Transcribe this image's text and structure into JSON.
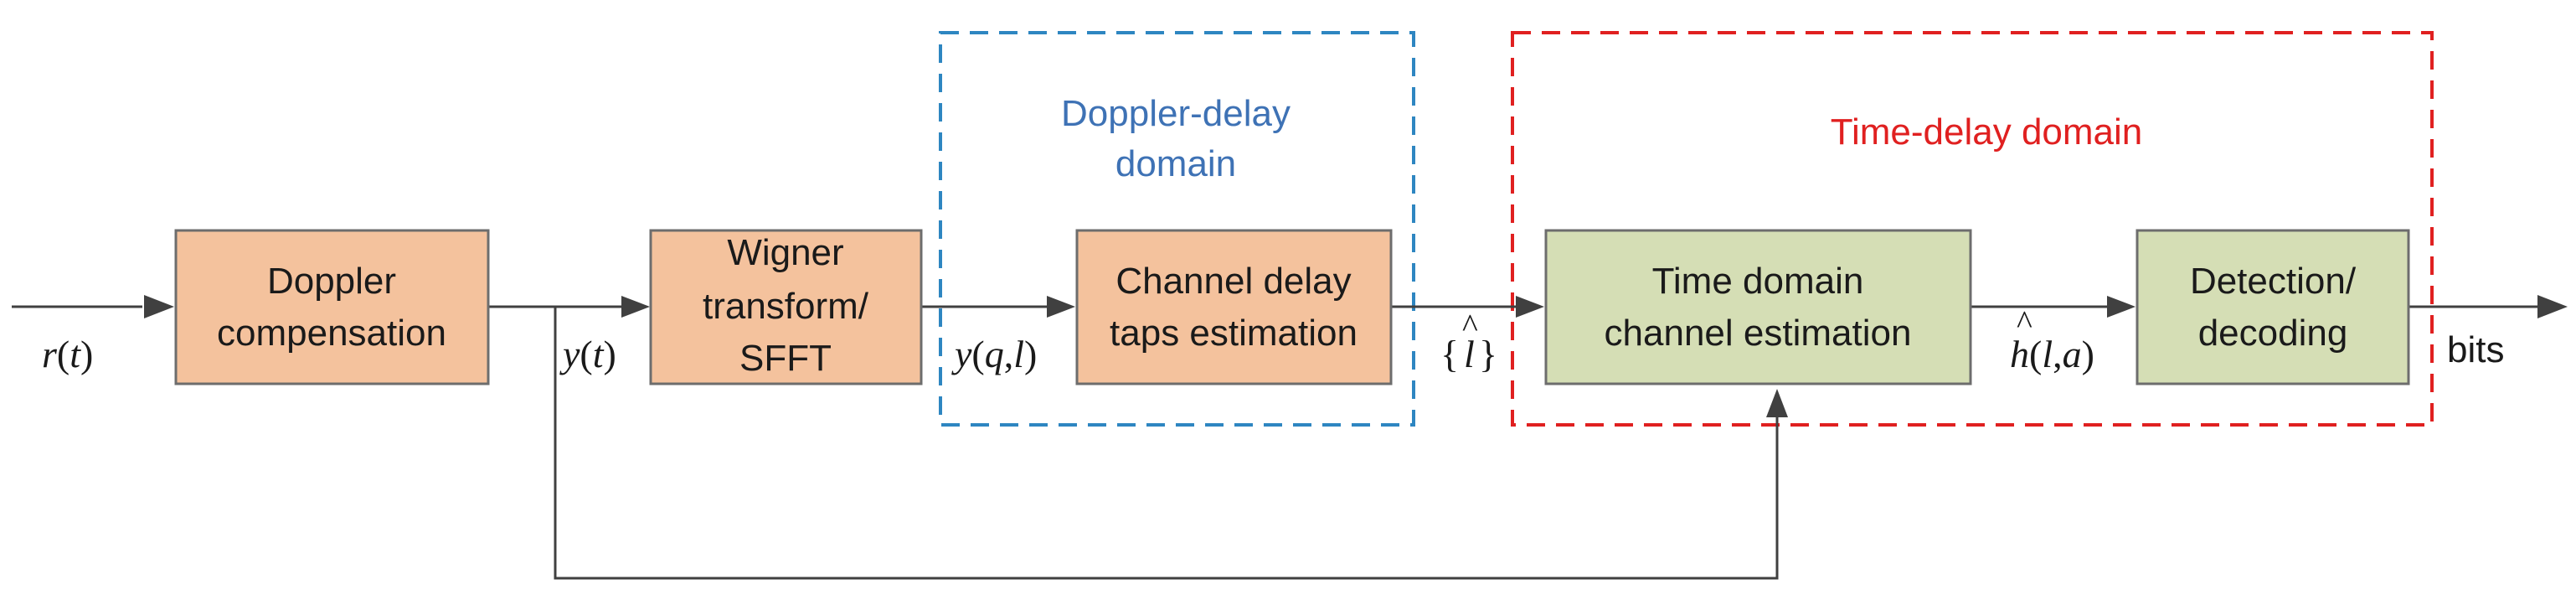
{
  "colors": {
    "orange_block_fill": "#F4C29D",
    "green_block_fill": "#D5DEB5",
    "block_border": "#6d6d6d",
    "blue_region": "#2E86C1",
    "blue_region_text": "#3E72B5",
    "red_region": "#E02020",
    "line": "#404040"
  },
  "regions": {
    "doppler_delay": {
      "label_line1": "Doppler-delay",
      "label_line2": "domain"
    },
    "time_delay": {
      "label": "Time-delay domain"
    }
  },
  "blocks": {
    "doppler": {
      "line1": "Doppler",
      "line2": "compensation"
    },
    "wigner": {
      "line1": "Wigner",
      "line2": "transform/",
      "line3": "SFFT"
    },
    "channel_delay": {
      "line1": "Channel delay",
      "line2": "taps estimation"
    },
    "time_domain": {
      "line1": "Time domain",
      "line2": "channel estimation"
    },
    "detection": {
      "line1": "Detection/",
      "line2": "decoding"
    }
  },
  "signals": {
    "r_t": {
      "sym": "r",
      "paren_open": "(",
      "arg": "t",
      "paren_close": ")"
    },
    "y_t": {
      "sym": "y",
      "paren_open": "(",
      "arg": "t",
      "paren_close": ")"
    },
    "y_ql": {
      "sym": "y",
      "paren_open": "(",
      "arg1": "q",
      "comma": ",",
      "arg2": "l",
      "paren_close": ")"
    },
    "l_hat_set": {
      "brace_open": "{",
      "sym": "l",
      "hat": "^",
      "brace_close": "}"
    },
    "h_hat": {
      "sym": "h",
      "hat": "^",
      "paren_open": "(",
      "arg1": "l",
      "comma": ",",
      "arg2": "a",
      "paren_close": ")"
    },
    "bits": "bits"
  },
  "icons": {
    "arrowhead": "filled-triangle-arrowhead"
  }
}
